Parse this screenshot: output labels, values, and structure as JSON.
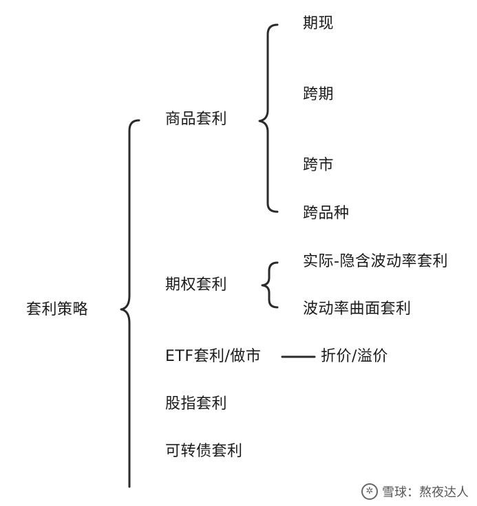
{
  "root": "套利策略",
  "branches": {
    "commodity": {
      "label": "商品套利",
      "children": [
        "期现",
        "跨期",
        "跨市",
        "跨品种"
      ]
    },
    "options": {
      "label": "期权套利",
      "children": [
        "实际-隐含波动率套利",
        "波动率曲面套利"
      ]
    },
    "etf": {
      "label": "ETF套利/做市",
      "child": "折价/溢价"
    },
    "index": {
      "label": "股指套利"
    },
    "convertible": {
      "label": "可转债套利"
    }
  },
  "watermark": {
    "icon": "snowball-logo-icon",
    "text": "雪球：熬夜达人"
  }
}
